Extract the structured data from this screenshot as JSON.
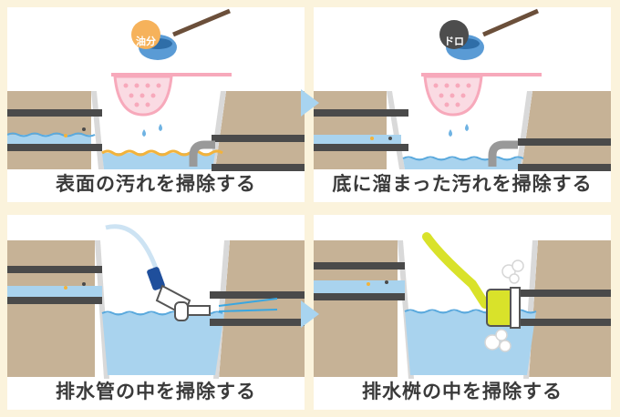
{
  "panels": [
    {
      "caption": "表面の汚れを掃除する",
      "badge": "油分"
    },
    {
      "caption": "底に溜まった汚れを掃除する",
      "badge": "ドロ"
    },
    {
      "caption": "排水管の中を掃除する"
    },
    {
      "caption": "排水桝の中を掃除する"
    }
  ],
  "colors": {
    "background": "#fbf3dc",
    "earth": "#c6b296",
    "water": "#a9d3ee",
    "pipe": "#4a4a4a",
    "sieve": "#f7a9bb",
    "arrow": "#a8d4f0",
    "oil_badge": "#f6b25b",
    "mud_badge": "#4d4d4d"
  },
  "icons": [
    "ladle-icon",
    "sieve-icon",
    "hose-nozzle-icon",
    "brush-icon",
    "arrow-right-icon"
  ]
}
